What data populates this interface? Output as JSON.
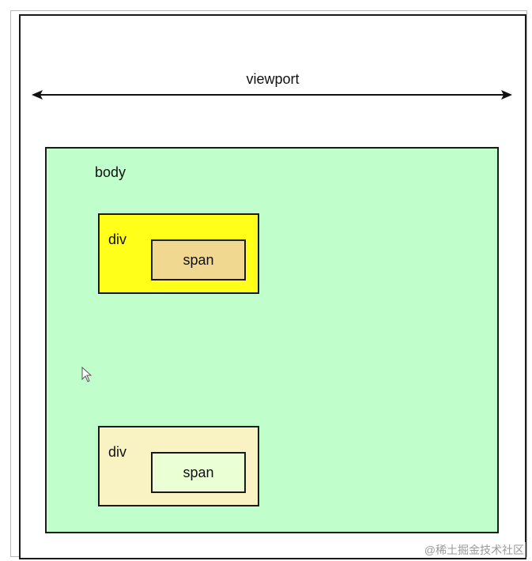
{
  "viewport": {
    "label": "viewport"
  },
  "body": {
    "label": "body"
  },
  "boxes": [
    {
      "div_label": "div",
      "span_label": "span"
    },
    {
      "div_label": "div",
      "span_label": "span"
    }
  ],
  "watermark": {
    "text": "@稀土掘金技术社区"
  },
  "colors": {
    "body_fill": "#c0ffcc",
    "div1_fill": "#ffff1a",
    "span1_fill": "#f0d890",
    "div2_fill": "#f9f3c4",
    "span2_fill": "#eaffd4",
    "stroke": "#1a1a1a"
  }
}
